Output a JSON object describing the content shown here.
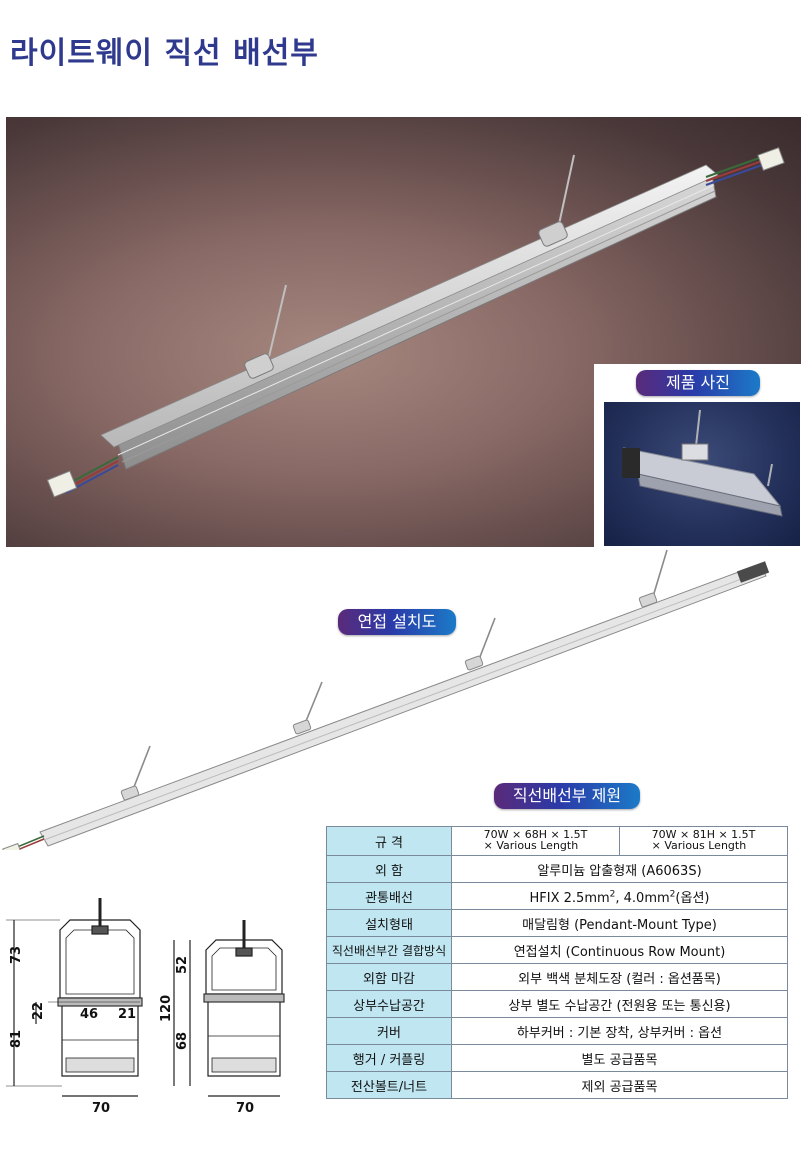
{
  "title": "라이트웨이 직선 배선부",
  "badges": {
    "product_photo": "제품 사진",
    "continuous_install": "연접 설치도",
    "spec_title": "직선배선부 제원"
  },
  "specs": {
    "size_label": "규 격",
    "size_a_line1": "70W × 68H × 1.5T",
    "size_a_line2": "× Various Length",
    "size_b_line1": "70W × 81H × 1.5T",
    "size_b_line2": "× Various Length",
    "rows": [
      {
        "label": "외 함",
        "value": "알루미늄 압출형재 (A6063S)"
      },
      {
        "label": "관통배선",
        "value_pre": "HFIX 2.5mm",
        "value_mid": ", 4.0mm",
        "value_post": "(옵션)",
        "sup": "2"
      },
      {
        "label": "설치형태",
        "value": "매달림형 (Pendant-Mount Type)"
      },
      {
        "label": "직선배선부간 결합방식",
        "value": "연접설치 (Continuous Row Mount)"
      },
      {
        "label": "외함 마감",
        "value": "외부 백색 분체도장 (컬러 : 옵션품목)"
      },
      {
        "label": "상부수납공간",
        "value": "상부 별도 수납공간 (전원용 또는 통신용)"
      },
      {
        "label": "커버",
        "value": "하부커버 : 기본 장착, 상부커버 : 옵션"
      },
      {
        "label": "행거 / 커플링",
        "value": "별도 공급품목"
      },
      {
        "label": "전산볼트/너트",
        "value": "제외 공급품목"
      }
    ]
  },
  "dimensions": {
    "left": {
      "upper": "73",
      "mid": "22",
      "lower": "81",
      "inner": "46",
      "side": "21",
      "width": "70"
    },
    "right": {
      "upper": "52",
      "total": "120",
      "lower": "68",
      "width": "70"
    }
  }
}
